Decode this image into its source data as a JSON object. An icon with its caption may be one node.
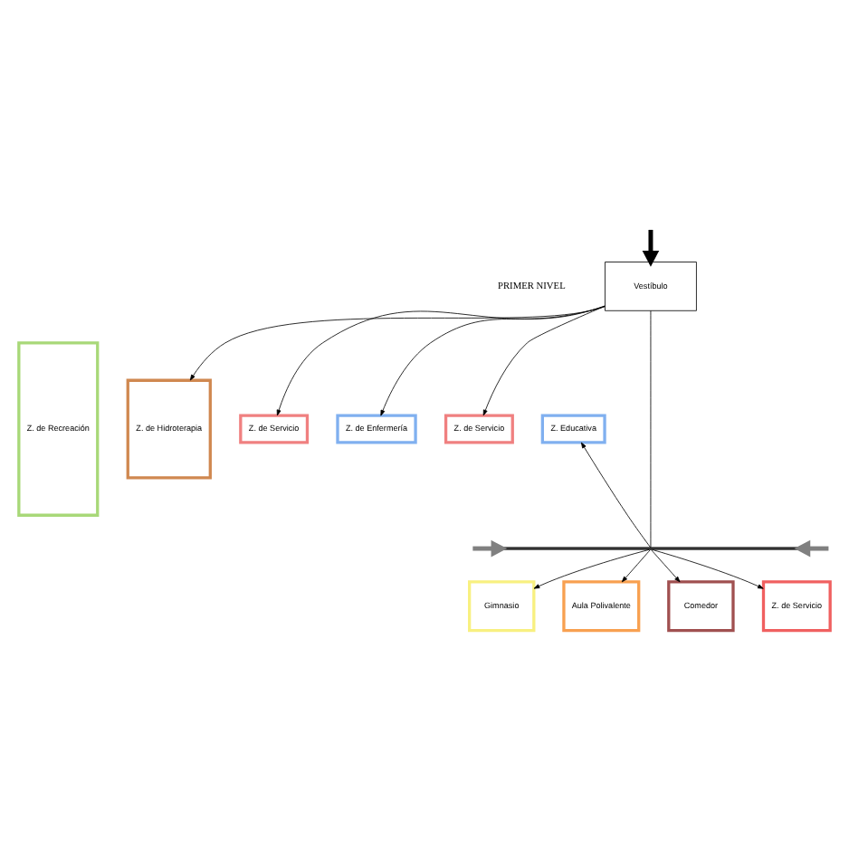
{
  "diagram": {
    "nodes": [
      {
        "text": [
          "Vestíbulo"
        ]
      },
      {
        "text": [
          "Z. de Recreación"
        ]
      },
      {
        "text": [
          "Z. de Hidroterapia"
        ]
      },
      {
        "text": [
          "Z. de Servicio"
        ]
      },
      {
        "text": [
          "Z. de Enfermería"
        ]
      },
      {
        "text": [
          "Z. de Servicio"
        ]
      },
      {
        "text": [
          "Z. Educativa"
        ]
      },
      {
        "text": [],
        "shape": "bar"
      },
      {
        "text": [
          "Gimnasio"
        ]
      },
      {
        "text": [
          "Aula Polivalente"
        ]
      },
      {
        "text": [
          "Comedor"
        ]
      },
      {
        "text": [
          "Z. de Servicio"
        ]
      }
    ],
    "edges": [
      {
        "from": null,
        "to": 0,
        "arrow": "to",
        "style": "thick"
      },
      {
        "from": 0,
        "to": 3,
        "arrow": "to"
      },
      {
        "from": 0,
        "to": 2,
        "arrow": "to"
      },
      {
        "from": 0,
        "to": 4,
        "arrow": "to"
      },
      {
        "from": 0,
        "to": 5,
        "arrow": "to"
      },
      {
        "from": 0,
        "to": 7,
        "arrow": "none"
      },
      {
        "from": 7,
        "to": 6,
        "arrow": "to"
      },
      {
        "from": 7,
        "to": 8,
        "arrow": "to"
      },
      {
        "from": 7,
        "to": 9,
        "arrow": "to"
      },
      {
        "from": 7,
        "to": 10,
        "arrow": "to"
      },
      {
        "from": 7,
        "to": 11,
        "arrow": "to"
      },
      {
        "from": null,
        "to": 7,
        "arrow": "to",
        "style": "thick",
        "color": "#808080"
      },
      {
        "from": null,
        "to": 7,
        "arrow": "to",
        "style": "thick",
        "color": "#808080"
      }
    ],
    "labels": [
      "PRIMER NIVEL"
    ]
  }
}
